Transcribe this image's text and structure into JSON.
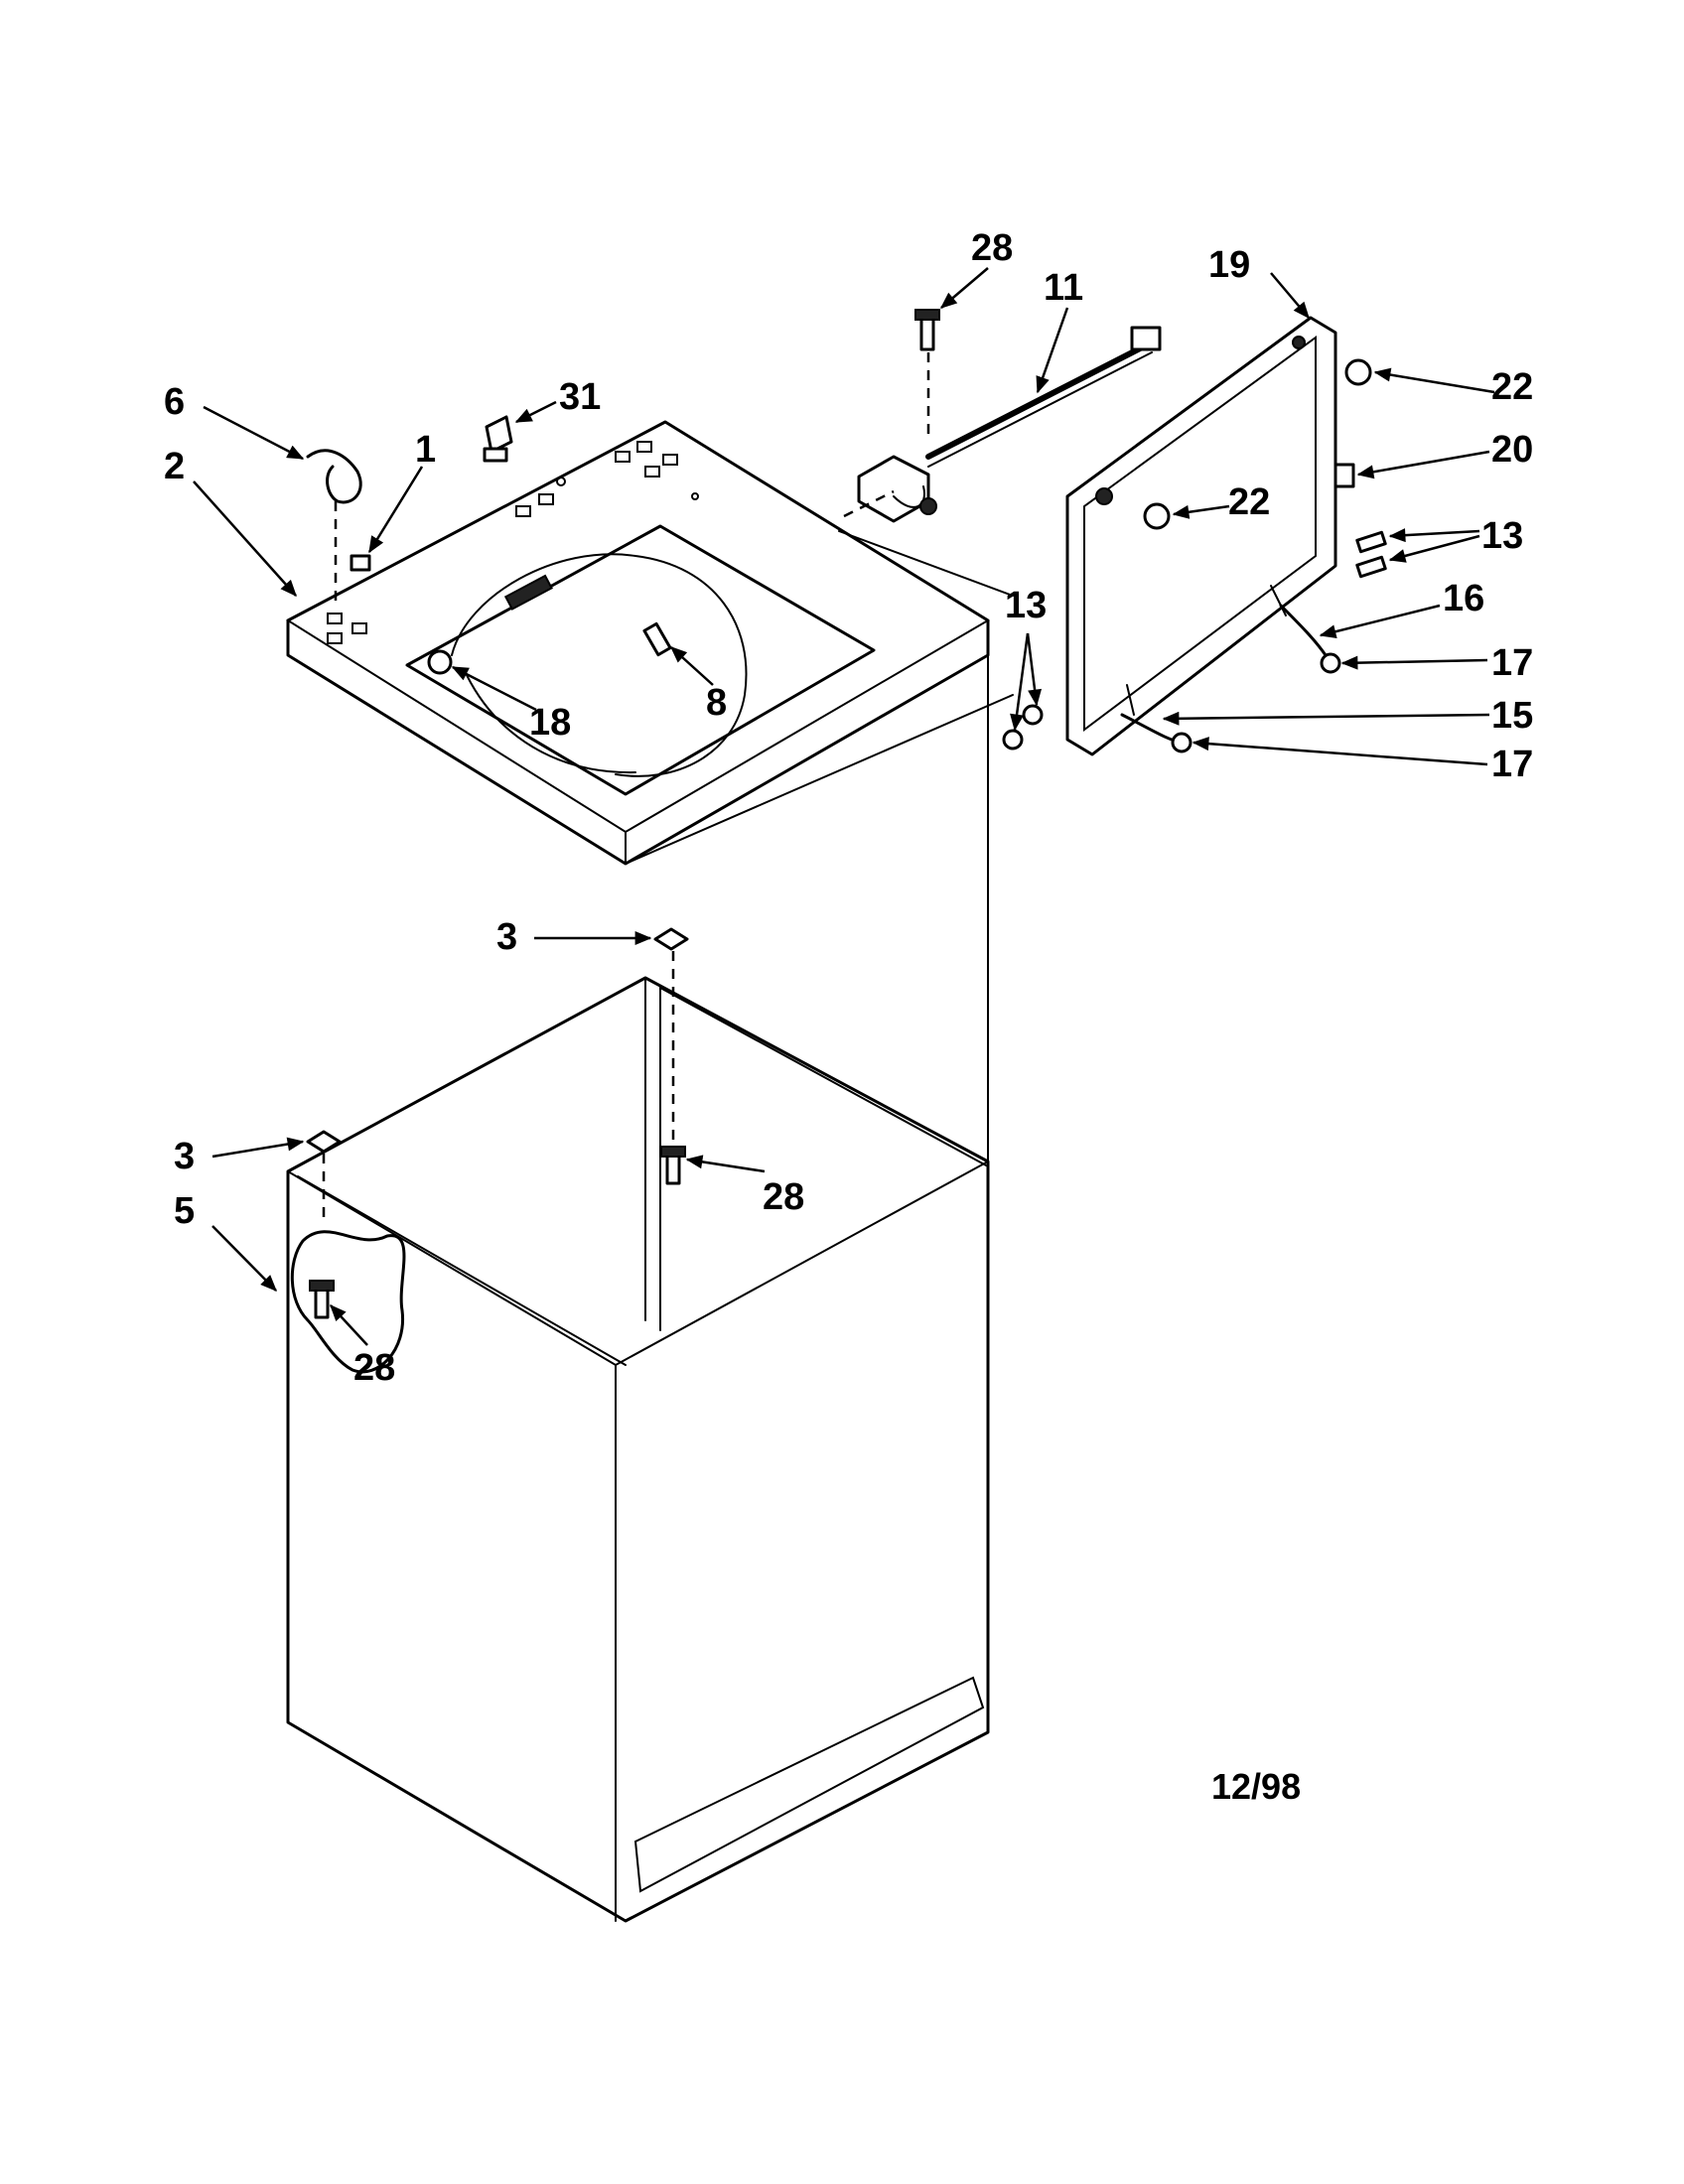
{
  "callouts": {
    "c28_top": "28",
    "c11": "11",
    "c19": "19",
    "c6": "6",
    "c31": "31",
    "c1": "1",
    "c2": "2",
    "c22_a": "22",
    "c20": "20",
    "c22_b": "22",
    "c13_a": "13",
    "c16": "16",
    "c13_b": "13",
    "c17_a": "17",
    "c8": "8",
    "c18": "18",
    "c15": "15",
    "c17_b": "17",
    "c3_a": "3",
    "c28_mid": "28",
    "c3_b": "3",
    "c5": "5",
    "c28_low": "28"
  },
  "date_code": "12/98",
  "colors": {
    "line": "#000000",
    "background": "#ffffff"
  }
}
